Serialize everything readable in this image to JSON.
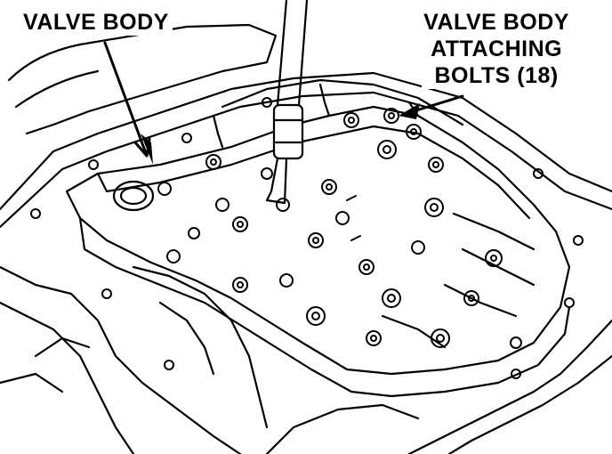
{
  "callouts": {
    "valve_body": "VALVE BODY",
    "attaching_bolts": {
      "line1": "VALVE BODY",
      "line2": "ATTACHING",
      "line3": "BOLTS (18)"
    }
  },
  "colors": {
    "ink": "#000000",
    "paper": "#ffffff"
  }
}
